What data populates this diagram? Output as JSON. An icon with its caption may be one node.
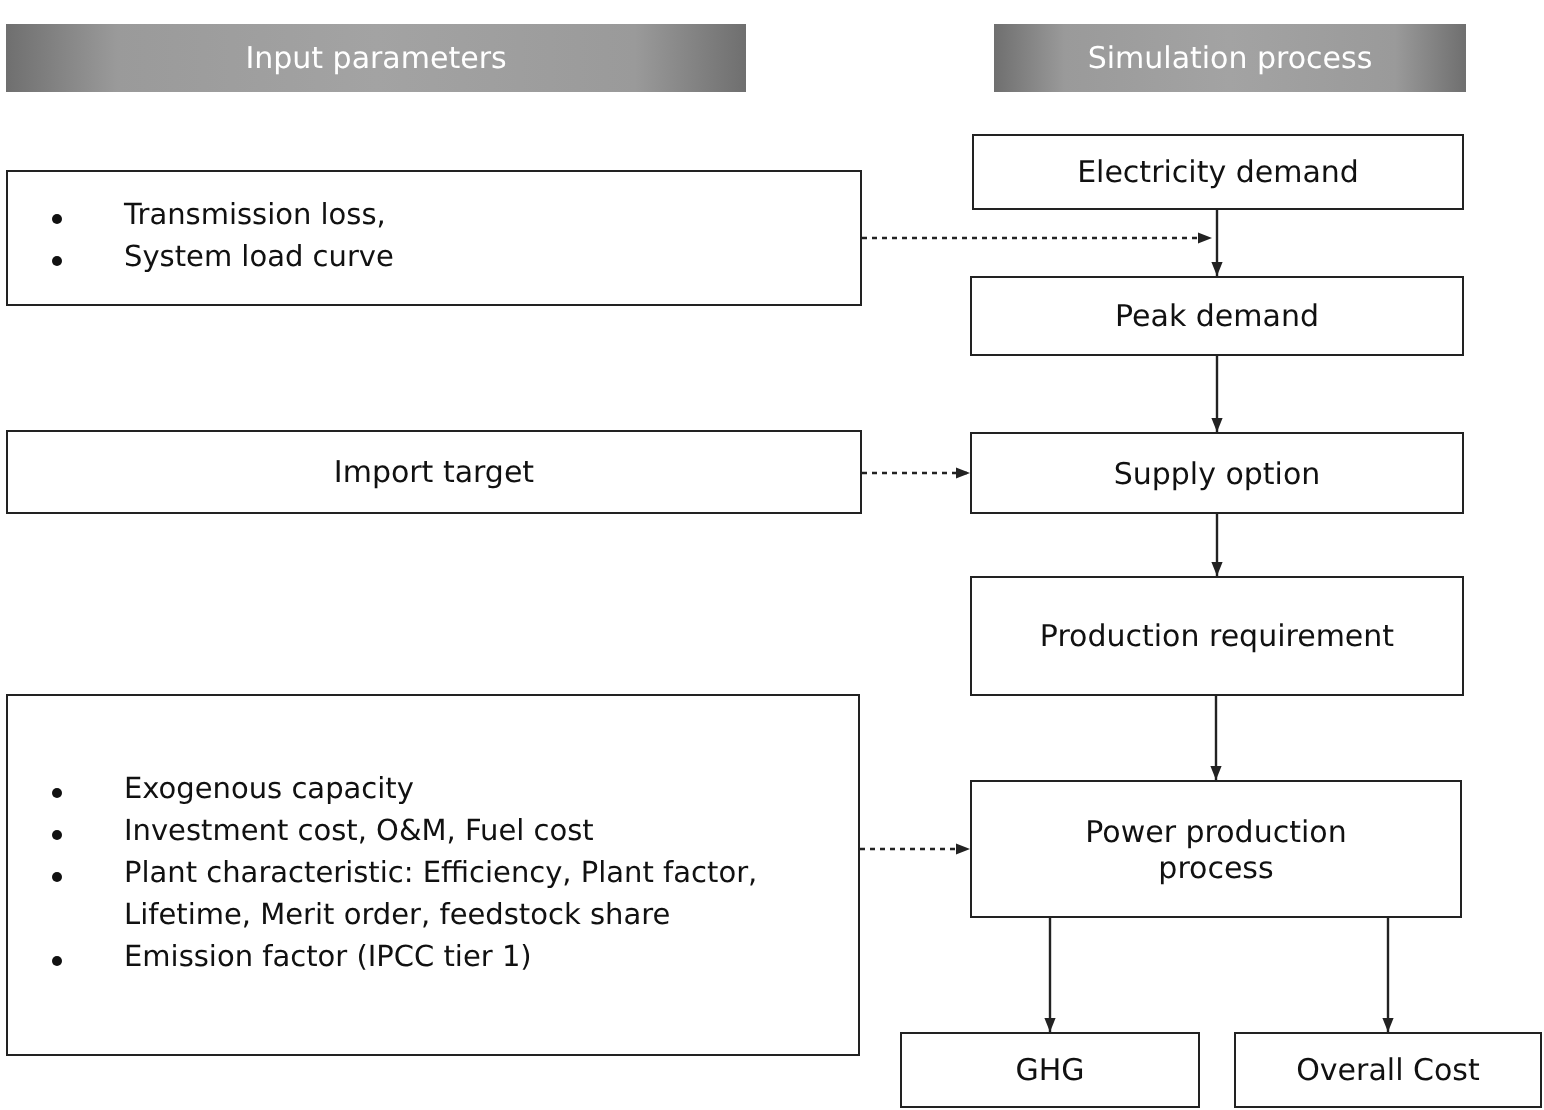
{
  "diagram": {
    "nodes": [
      {
        "text": [
          "Input parameters"
        ]
      },
      {
        "text": [
          "Simulation process"
        ]
      },
      {
        "text": [
          "Transmission loss,",
          "System load curve"
        ]
      },
      {
        "text": [
          "Electricity demand"
        ]
      },
      {
        "text": [
          "Peak demand"
        ]
      },
      {
        "text": [
          "Import target"
        ]
      },
      {
        "text": [
          "Supply option"
        ]
      },
      {
        "text": [
          "Production requirement"
        ]
      },
      {
        "text": [
          "Exogenous capacity",
          "Investment cost, O&M, Fuel cost",
          "Plant characteristic: Efficiency, Plant factor, Lifetime, Merit order, feedstock share",
          "Emission factor (IPCC tier 1)"
        ]
      },
      {
        "text": [
          "Power production process"
        ]
      },
      {
        "text": [
          "GHG"
        ]
      },
      {
        "text": [
          "Overall Cost"
        ]
      }
    ],
    "edges": [
      {
        "from": 3,
        "to": 4,
        "arrow": "to"
      },
      {
        "from": 2,
        "to": 4,
        "arrow": "to",
        "style": "dashed"
      },
      {
        "from": 4,
        "to": 6,
        "arrow": "to"
      },
      {
        "from": 5,
        "to": 6,
        "arrow": "to",
        "style": "dashed"
      },
      {
        "from": 6,
        "to": 7,
        "arrow": "to"
      },
      {
        "from": 7,
        "to": 9,
        "arrow": "to"
      },
      {
        "from": 8,
        "to": 9,
        "arrow": "to",
        "style": "dashed"
      },
      {
        "from": 9,
        "to": 10,
        "arrow": "to"
      },
      {
        "from": 9,
        "to": 11,
        "arrow": "to"
      }
    ]
  }
}
